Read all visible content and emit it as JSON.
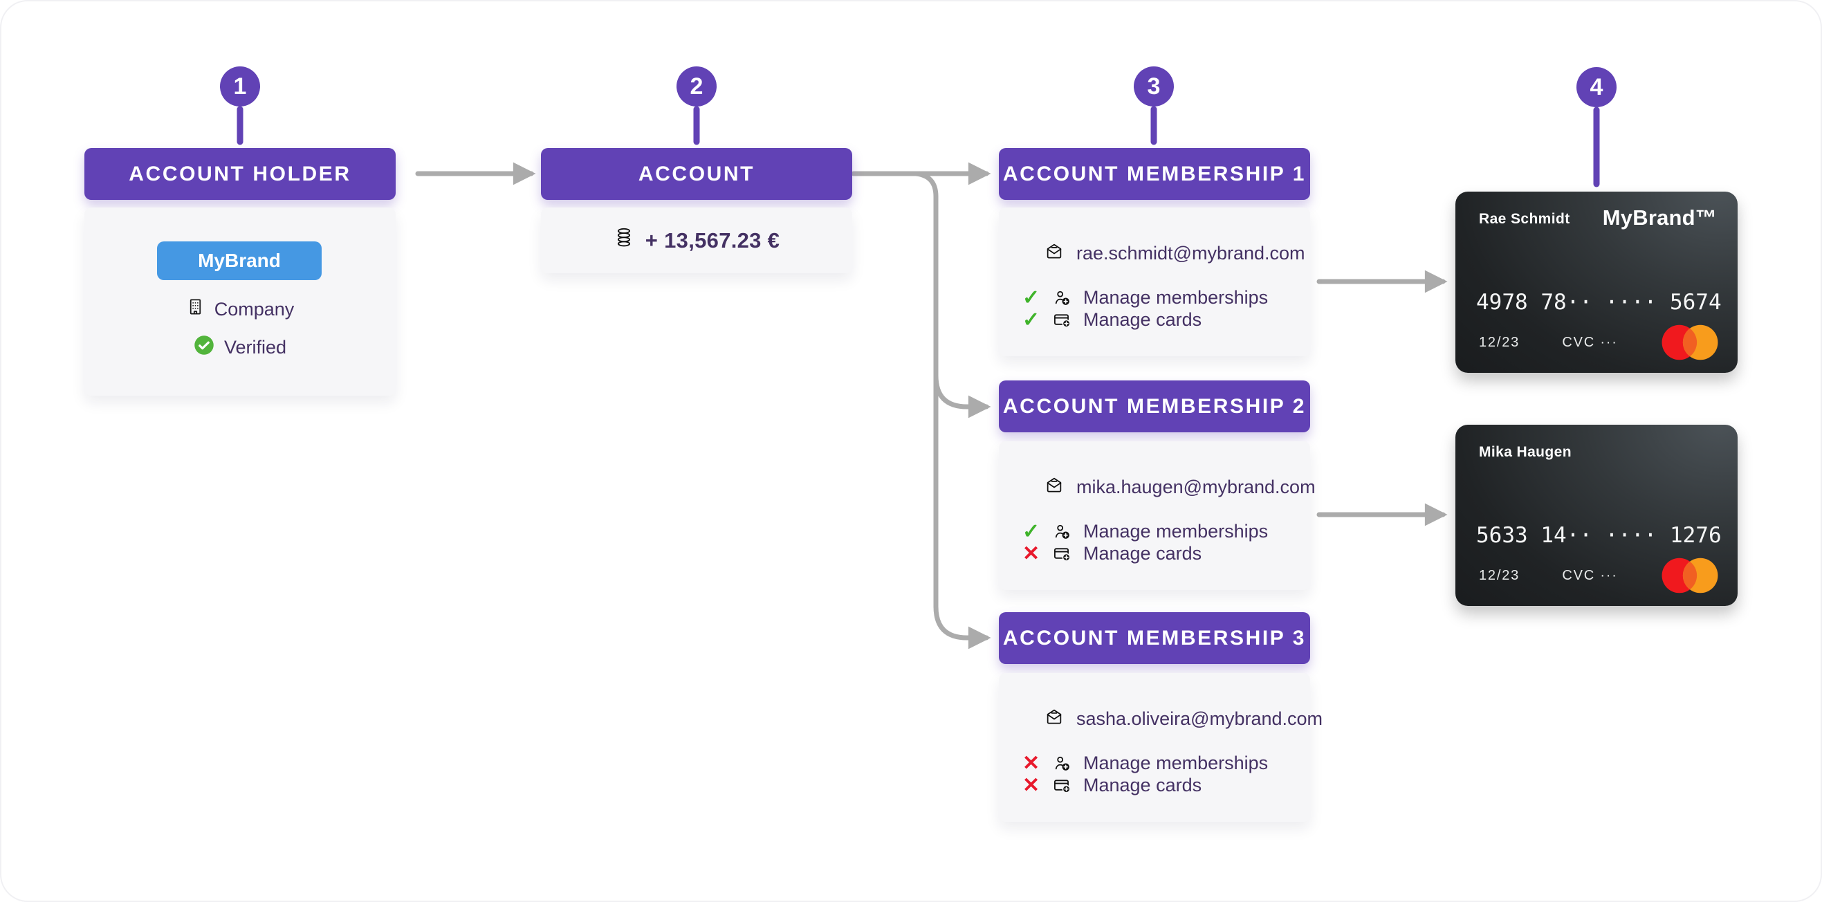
{
  "steps": [
    {
      "number": "1"
    },
    {
      "number": "2"
    },
    {
      "number": "3"
    },
    {
      "number": "4"
    }
  ],
  "account_holder": {
    "header": "ACCOUNT HOLDER",
    "brand_badge": "MyBrand",
    "entity_type": "Company",
    "verification_status": "Verified"
  },
  "account": {
    "header": "ACCOUNT",
    "balance": "+ 13,567.23 €"
  },
  "memberships": [
    {
      "header": "ACCOUNT MEMBERSHIP 1",
      "email": "rae.schmidt@mybrand.com",
      "permissions": [
        {
          "label": "Manage memberships",
          "allowed": true
        },
        {
          "label": "Manage cards",
          "allowed": true
        }
      ]
    },
    {
      "header": "ACCOUNT MEMBERSHIP 2",
      "email": "mika.haugen@mybrand.com",
      "permissions": [
        {
          "label": "Manage memberships",
          "allowed": true
        },
        {
          "label": "Manage cards",
          "allowed": false
        }
      ]
    },
    {
      "header": "ACCOUNT MEMBERSHIP 3",
      "email": "sasha.oliveira@mybrand.com",
      "permissions": [
        {
          "label": "Manage memberships",
          "allowed": false
        },
        {
          "label": "Manage cards",
          "allowed": false
        }
      ]
    }
  ],
  "cards": [
    {
      "holder": "Rae Schmidt",
      "brand": "MyBrand™",
      "number": "4978 78·· ···· 5674",
      "expiry": "12/23",
      "cvc": "CVC ···"
    },
    {
      "holder": "Mika Haugen",
      "brand": "",
      "number": "5633 14·· ···· 1276",
      "expiry": "12/23",
      "cvc": "CVC ···"
    }
  ],
  "colors": {
    "purple": "#6142B5",
    "blue": "#4598E3",
    "green": "#3FB32A",
    "red": "#E8192C",
    "arrow_gray": "#ABABAB",
    "text_dark": "#443163",
    "card_red": "#F0191E",
    "card_orange": "#F89C1C"
  }
}
